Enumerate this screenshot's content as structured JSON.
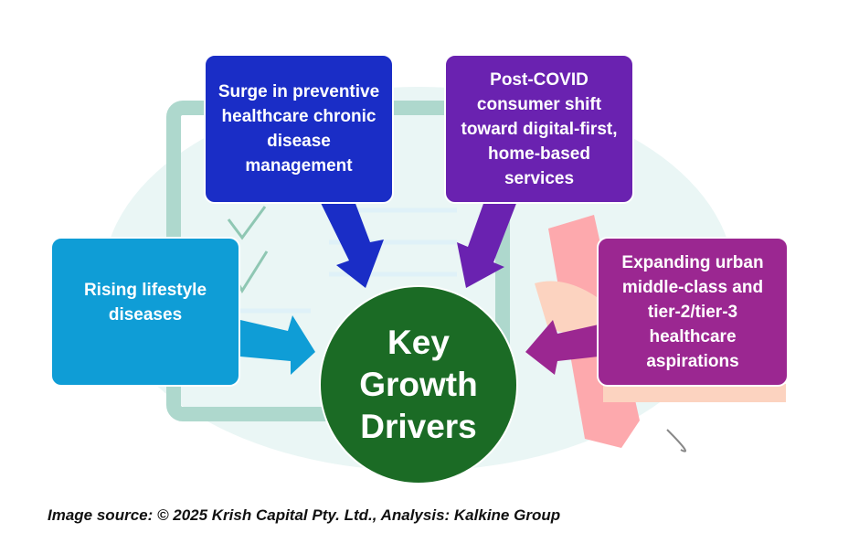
{
  "center": {
    "line1": "Key",
    "line2": "Growth",
    "line3": "Drivers"
  },
  "drivers": [
    {
      "text": "Surge in preventive healthcare chronic disease management",
      "color": "#1a2dc6"
    },
    {
      "text": "Post-COVID consumer shift toward digital-first, home-based services",
      "color": "#6a22b0"
    },
    {
      "text": "Rising lifestyle diseases",
      "color": "#0f9dd6"
    },
    {
      "text": "Expanding urban middle-class and tier-2/tier-3 healthcare aspirations",
      "color": "#9b2791"
    }
  ],
  "source": "Image source: © 2025 Krish Capital Pty. Ltd., Analysis: Kalkine Group"
}
